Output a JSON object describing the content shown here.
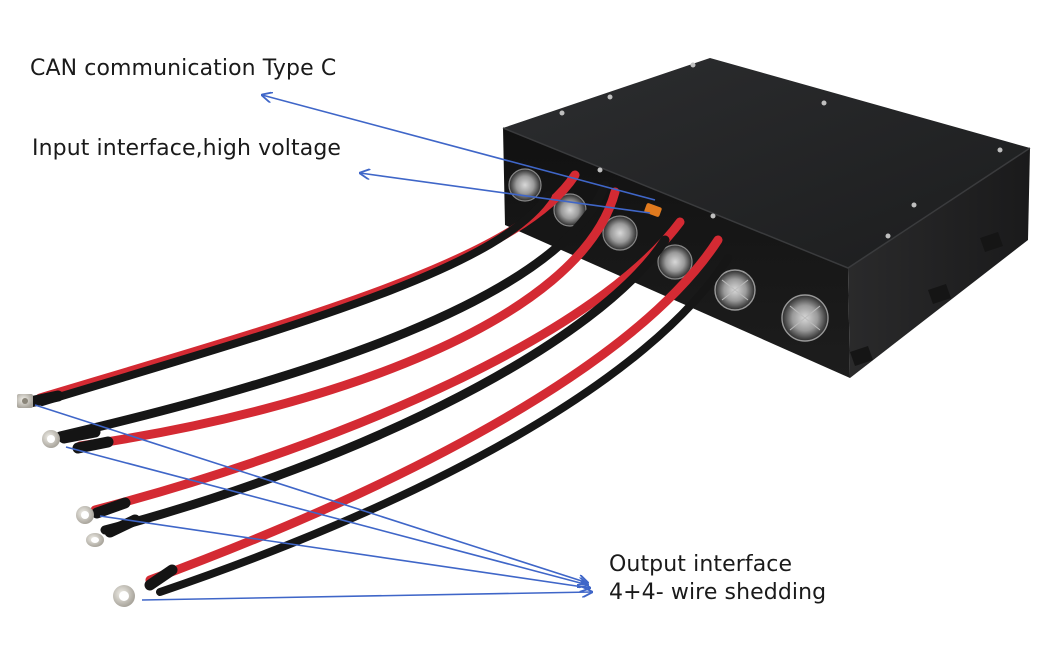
{
  "image": {
    "subject": "Black rectangular power module with cooling fans and red/black output cables with ring terminals",
    "colors": {
      "background": "#ffffff",
      "annotation_arrow": "#3f66c8",
      "enclosure": "#232425",
      "cable_red": "#d42a33",
      "cable_black": "#161616",
      "connector_orange": "#e07a1e"
    }
  },
  "annotations": {
    "can": {
      "text": "CAN communication Type C"
    },
    "input": {
      "text": "Input interface,high voltage"
    },
    "output": {
      "line1": "Output interface",
      "line2": "4+4- wire shedding"
    }
  },
  "components": {
    "fan_count": 6,
    "cable_pairs": 4,
    "ring_terminals": 5
  }
}
